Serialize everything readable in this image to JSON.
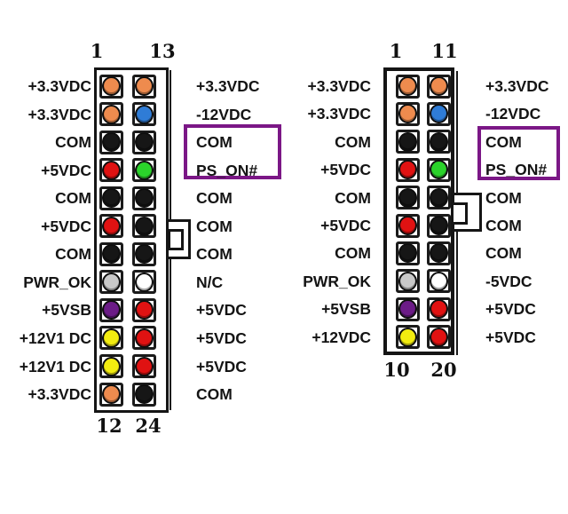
{
  "colors": {
    "pin_orange": "#EE8B4E",
    "pin_blue": "#2F7CD6",
    "pin_black": "#161616",
    "pin_red": "#E01212",
    "pin_green": "#2BD32B",
    "pin_gray": "#C9C9C9",
    "pin_white": "#FFFFFF",
    "pin_purple": "#6C1C87",
    "pin_yellow": "#F2EC10",
    "highlight_border": "#7B1786",
    "outline": "#1A1A1A"
  },
  "left_connector": {
    "top_pin_numbers": [
      "1",
      "13"
    ],
    "bottom_pin_numbers": [
      "12",
      "24"
    ],
    "rows": [
      {
        "left_label": "+3.3VDC",
        "pins": [
          "orange",
          "orange"
        ],
        "right_label": "+3.3VDC",
        "highlight": false
      },
      {
        "left_label": "+3.3VDC",
        "pins": [
          "orange",
          "blue"
        ],
        "right_label": "-12VDC",
        "highlight": false
      },
      {
        "left_label": "COM",
        "pins": [
          "black",
          "black"
        ],
        "right_label": "COM",
        "highlight": true
      },
      {
        "left_label": "+5VDC",
        "pins": [
          "red",
          "green"
        ],
        "right_label": "PS_ON#",
        "highlight": true
      },
      {
        "left_label": "COM",
        "pins": [
          "black",
          "black"
        ],
        "right_label": "COM",
        "highlight": false
      },
      {
        "left_label": "+5VDC",
        "pins": [
          "red",
          "black"
        ],
        "right_label": "COM",
        "highlight": false
      },
      {
        "left_label": "COM",
        "pins": [
          "black",
          "black"
        ],
        "right_label": "COM",
        "highlight": false
      },
      {
        "left_label": "PWR_OK",
        "pins": [
          "gray",
          "white"
        ],
        "right_label": "N/C",
        "highlight": false
      },
      {
        "left_label": "+5VSB",
        "pins": [
          "purple",
          "red"
        ],
        "right_label": "+5VDC",
        "highlight": false
      },
      {
        "left_label": "+12V1 DC",
        "pins": [
          "yellow",
          "red"
        ],
        "right_label": "+5VDC",
        "highlight": false
      },
      {
        "left_label": "+12V1 DC",
        "pins": [
          "yellow",
          "red"
        ],
        "right_label": "+5VDC",
        "highlight": false
      },
      {
        "left_label": "+3.3VDC",
        "pins": [
          "orange",
          "black"
        ],
        "right_label": "COM",
        "highlight": false
      }
    ]
  },
  "right_connector": {
    "top_pin_numbers": [
      "1",
      "11"
    ],
    "bottom_pin_numbers": [
      "10",
      "20"
    ],
    "rows": [
      {
        "left_label": "+3.3VDC",
        "pins": [
          "orange",
          "orange"
        ],
        "right_label": "+3.3VDC",
        "highlight": false
      },
      {
        "left_label": "+3.3VDC",
        "pins": [
          "orange",
          "blue"
        ],
        "right_label": "-12VDC",
        "highlight": false
      },
      {
        "left_label": "COM",
        "pins": [
          "black",
          "black"
        ],
        "right_label": "COM",
        "highlight": true
      },
      {
        "left_label": "+5VDC",
        "pins": [
          "red",
          "green"
        ],
        "right_label": "PS_ON#",
        "highlight": true
      },
      {
        "left_label": "COM",
        "pins": [
          "black",
          "black"
        ],
        "right_label": "COM",
        "highlight": false
      },
      {
        "left_label": "+5VDC",
        "pins": [
          "red",
          "black"
        ],
        "right_label": "COM",
        "highlight": false
      },
      {
        "left_label": "COM",
        "pins": [
          "black",
          "black"
        ],
        "right_label": "COM",
        "highlight": false
      },
      {
        "left_label": "PWR_OK",
        "pins": [
          "gray",
          "white"
        ],
        "right_label": "-5VDC",
        "highlight": false
      },
      {
        "left_label": "+5VSB",
        "pins": [
          "purple",
          "red"
        ],
        "right_label": "+5VDC",
        "highlight": false
      },
      {
        "left_label": "+12VDC",
        "pins": [
          "yellow",
          "red"
        ],
        "right_label": "+5VDC",
        "highlight": false
      }
    ]
  }
}
